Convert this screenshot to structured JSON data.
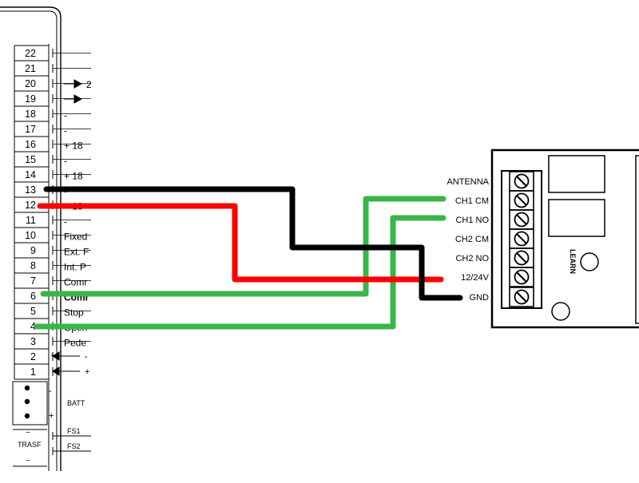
{
  "terminal_block": {
    "numbers": [
      "22",
      "21",
      "20",
      "19",
      "18",
      "17",
      "16",
      "15",
      "14",
      "13",
      "12",
      "11",
      "10",
      "9",
      "8",
      "7",
      "6",
      "5",
      "4",
      "3",
      "2",
      "1"
    ],
    "side_labels": [
      "-",
      "-",
      "+ 18",
      "-",
      "+ 18",
      "-",
      "+ 18",
      "-",
      "Fixed",
      "Ext. F",
      "Int. P",
      "Comr",
      "Comr",
      "Stop",
      "Open",
      "Pede",
      "-",
      "+"
    ],
    "batt_label": "BATT",
    "batt_minus": "-",
    "batt_plus": "+",
    "trasf_label": "TRASF",
    "trasf_tilde_top": "~",
    "trasf_tilde_bottom": "~",
    "fs1_label": "FS1",
    "fs2_label": "FS2",
    "cut_label_20": "2"
  },
  "receiver": {
    "labels": [
      "ANTENNA",
      "CH1 CM",
      "CH1 NO",
      "CH2 CM",
      "CH2 NO",
      "12/24V",
      "GND"
    ],
    "learn_label": "LEARN"
  },
  "wires": [
    {
      "from": "13",
      "to": "GND",
      "color": "#000000"
    },
    {
      "from": "12",
      "to": "12/24V",
      "color": "#ff0000"
    },
    {
      "from": "6",
      "to": "CH1 CM",
      "color": "#3ab54a"
    },
    {
      "from": "4",
      "to": "CH1 NO",
      "color": "#3ab54a"
    }
  ]
}
